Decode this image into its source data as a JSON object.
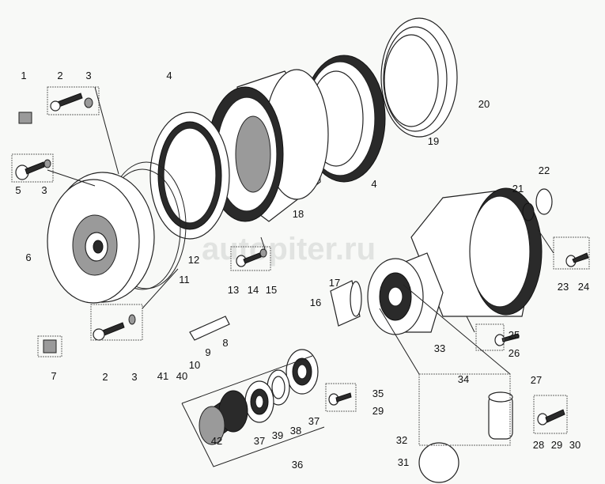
{
  "watermark": "autopiter.ru",
  "labels": [
    "1",
    "2",
    "3",
    "4",
    "20",
    "19",
    "5",
    "3",
    "4",
    "18",
    "22",
    "21",
    "6",
    "12",
    "11",
    "13",
    "14",
    "15",
    "17",
    "16",
    "23",
    "24",
    "25",
    "26",
    "33",
    "8",
    "9",
    "10",
    "40",
    "41",
    "7",
    "2",
    "3",
    "34",
    "27",
    "35",
    "29",
    "37",
    "38",
    "39",
    "37",
    "42",
    "36",
    "32",
    "28",
    "29",
    "30",
    "31"
  ]
}
